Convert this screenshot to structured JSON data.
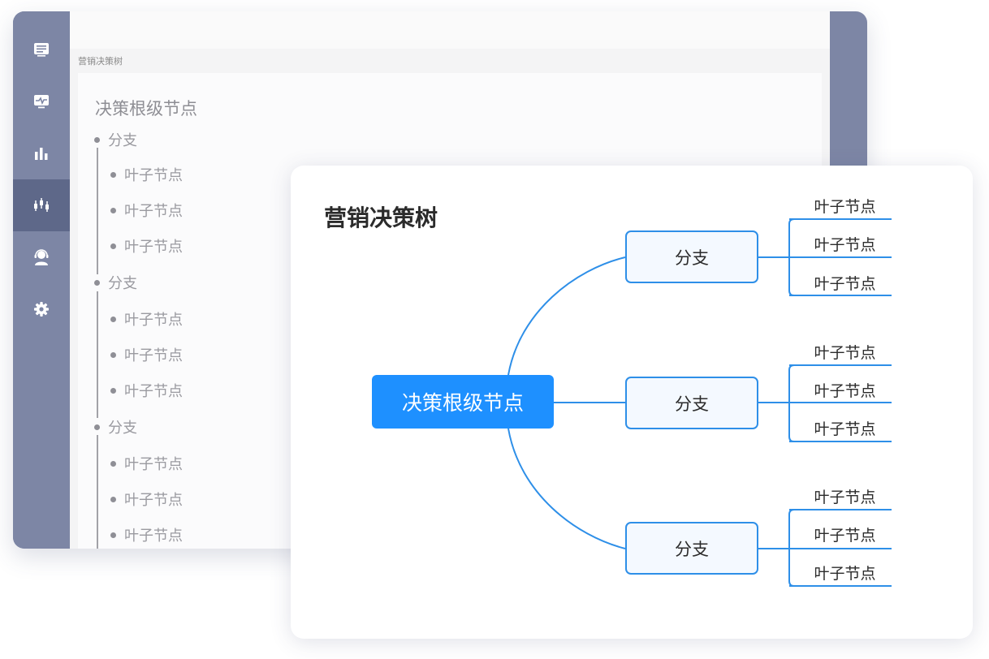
{
  "sidebar": {
    "items": [
      {
        "icon": "document-icon",
        "active": false
      },
      {
        "icon": "monitor-icon",
        "active": false
      },
      {
        "icon": "bar-chart-icon",
        "active": false
      },
      {
        "icon": "candlestick-chart-icon",
        "active": true
      },
      {
        "icon": "user-support-icon",
        "active": false
      },
      {
        "icon": "gear-icon",
        "active": false
      }
    ]
  },
  "breadcrumb": "营销决策树",
  "outline": {
    "root": "决策根级节点",
    "branches": [
      {
        "label": "分支",
        "leaves": [
          "叶子节点",
          "叶子节点",
          "叶子节点"
        ]
      },
      {
        "label": "分支",
        "leaves": [
          "叶子节点",
          "叶子节点",
          "叶子节点"
        ]
      },
      {
        "label": "分支",
        "leaves": [
          "叶子节点",
          "叶子节点",
          "叶子节点"
        ]
      }
    ]
  },
  "mindmap": {
    "title": "营销决策树",
    "root": "决策根级节点",
    "branches": [
      {
        "label": "分支",
        "leaves": [
          "叶子节点",
          "叶子节点",
          "叶子节点"
        ]
      },
      {
        "label": "分支",
        "leaves": [
          "叶子节点",
          "叶子节点",
          "叶子节点"
        ]
      },
      {
        "label": "分支",
        "leaves": [
          "叶子节点",
          "叶子节点",
          "叶子节点"
        ]
      }
    ]
  },
  "colors": {
    "accent": "#1e90ff",
    "sidebar": "#7d86a5",
    "sidebar_active": "#5e6889",
    "connector": "#2e8fe8"
  }
}
